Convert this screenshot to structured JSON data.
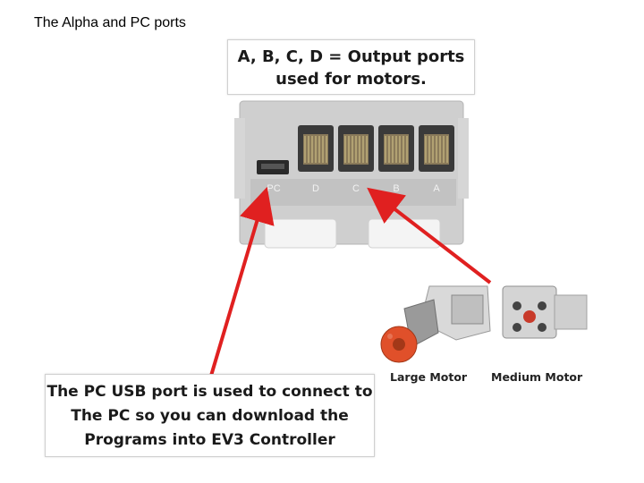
{
  "title": "The Alpha and PC ports",
  "callout_top": {
    "line1": "A, B, C, D = Output ports",
    "line2": "used for motors."
  },
  "callout_bottom": {
    "line1": "The PC USB port is used to connect to",
    "line2": "The PC so you can download the",
    "line3": "Programs into EV3 Controller"
  },
  "ports": {
    "pc": "PC",
    "d": "D",
    "c": "C",
    "b": "B",
    "a": "A"
  },
  "motors": {
    "large": "Large Motor",
    "medium": "Medium Motor"
  },
  "colors": {
    "arrow": "#e02020",
    "brick": "#c9c9c9",
    "motor_hub": "#e0502a"
  }
}
